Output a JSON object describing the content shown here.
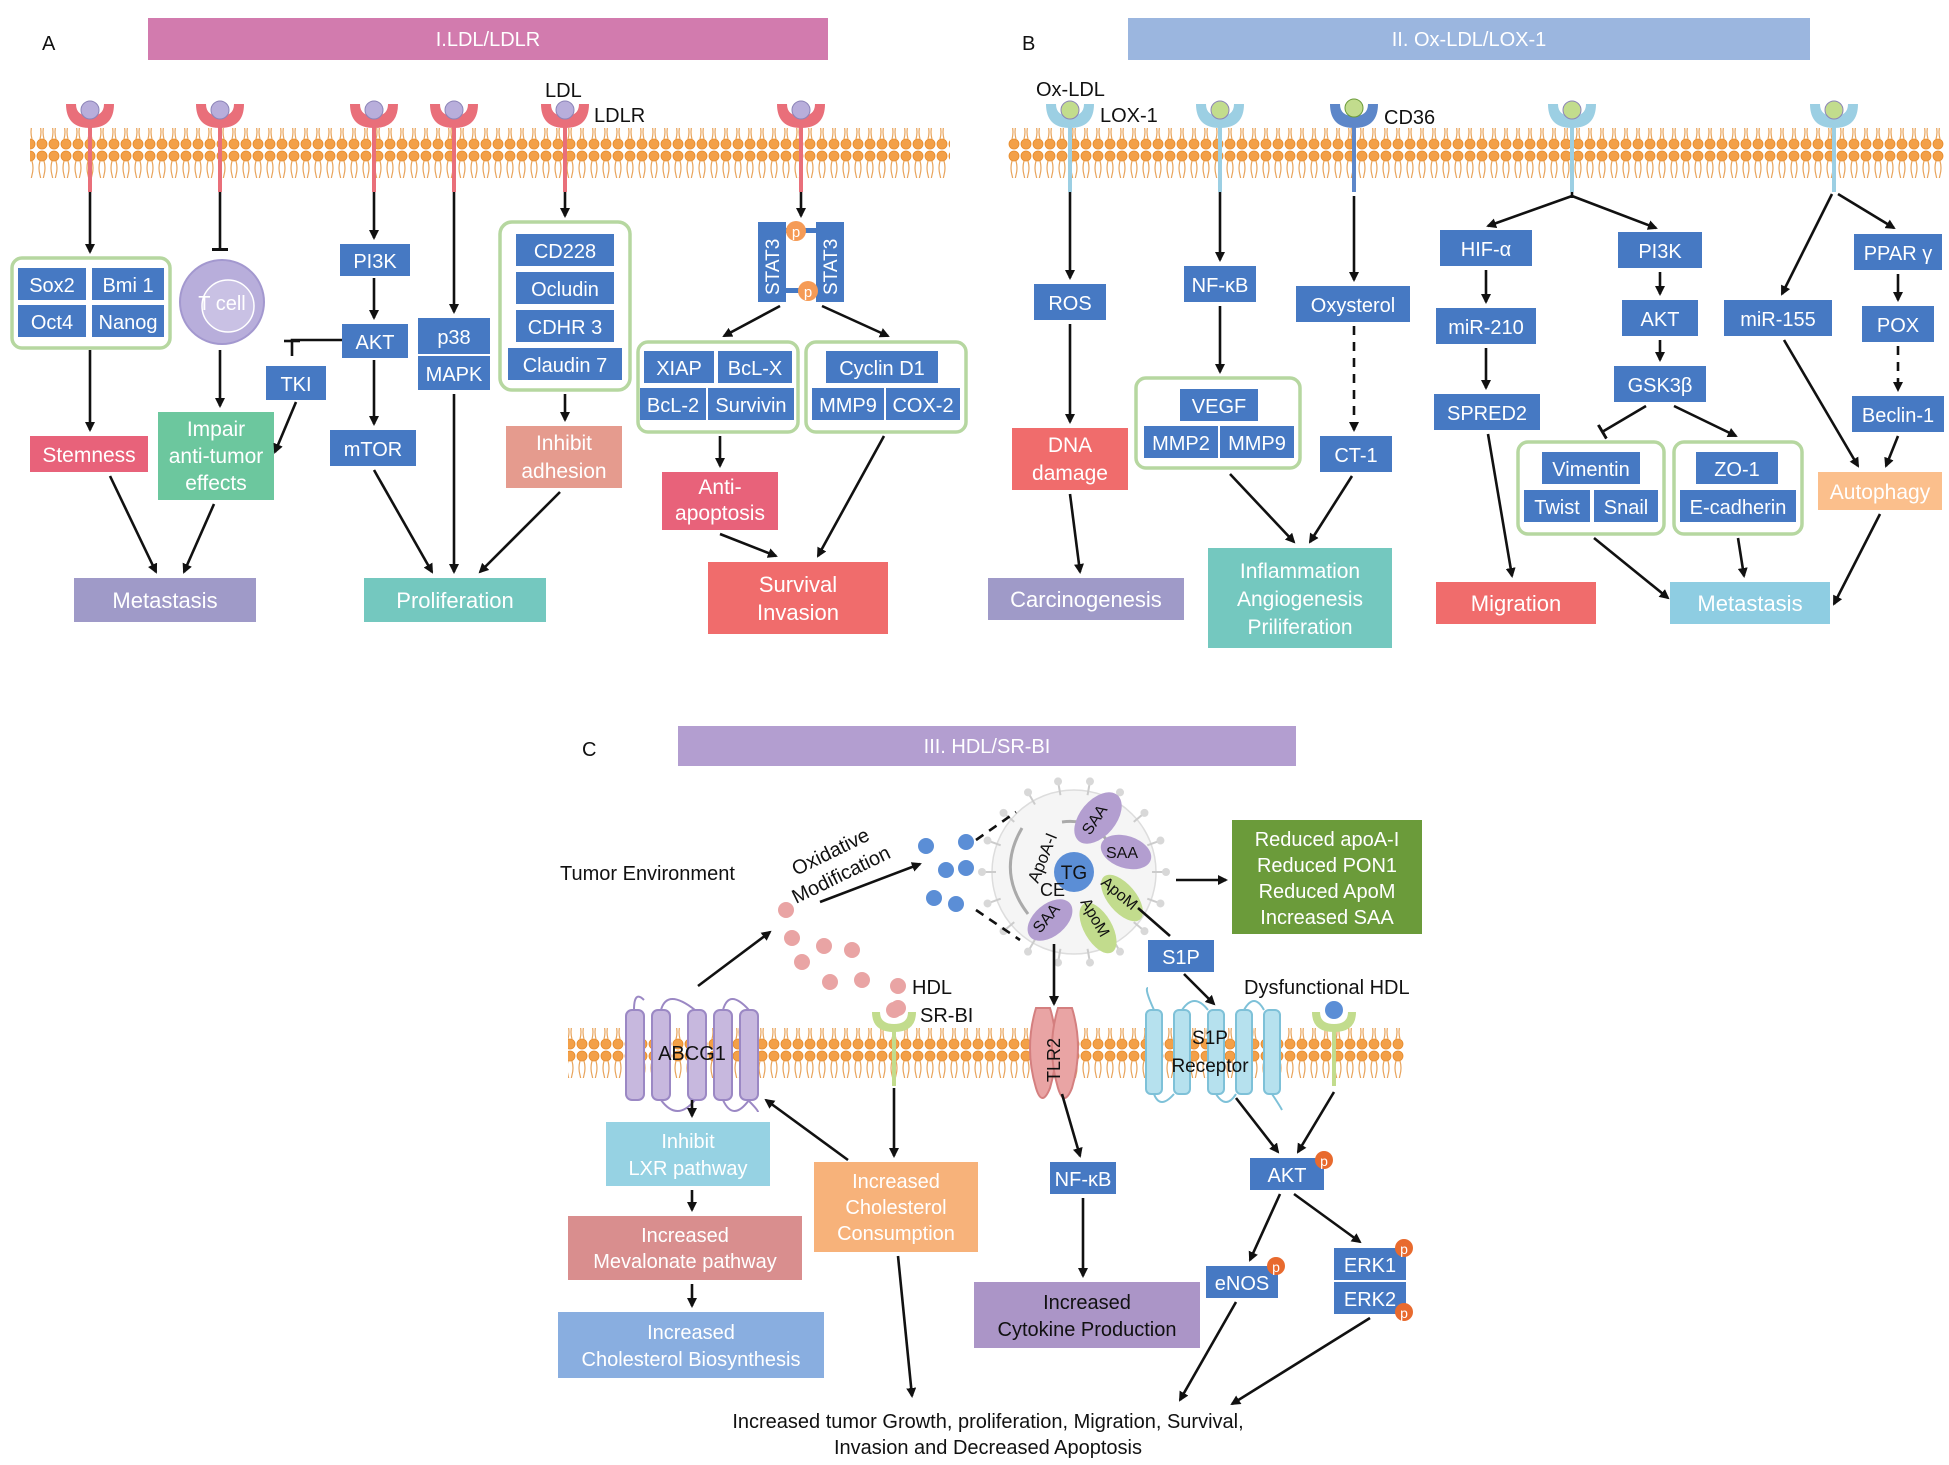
{
  "colors": {
    "blue": "#4679c3",
    "receptor_red": "#e96f7a",
    "receptor_blue": "#9ccfe3",
    "ligand_purple": "#b8aedb",
    "ligand_green": "#c2dc8d",
    "pink": "#e8627a",
    "teal": "#74c8bf",
    "lavender": "#9f9ac8",
    "salmon": "#f06c6c",
    "green_pale": "#6cc79e",
    "sky": "#8ecde2",
    "orange": "#fbbf8c",
    "dkgreen": "#6b9b3a",
    "purple": "#ab95c7",
    "peach": "#f7b27a",
    "rose": "#d98e8e",
    "steel": "#89aee0",
    "cyan_pale": "#96d2e3"
  },
  "panel_a": {
    "letter": "A",
    "banner": "I.LDL/LDLR",
    "ldl_label": "LDL",
    "ldlr_label": "LDLR",
    "stem_genes": [
      "Sox2",
      "Bmi 1",
      "Oct4",
      "Nanog"
    ],
    "tcell": "T cell",
    "pi3k": "PI3K",
    "akt": "AKT",
    "tki": "TKI",
    "mtor": "mTOR",
    "p38": "p38",
    "mapk": "MAPK",
    "adhesion_genes": [
      "CD228",
      "Ocludin",
      "CDHR 3",
      "Claudin 7"
    ],
    "stat3": "STAT3",
    "p": "p",
    "apoptosis_genes": [
      "XIAP",
      "BcL-X",
      "BcL-2",
      "Survivin"
    ],
    "cyclin": "Cyclin D1",
    "mmp9": "MMP9",
    "cox2": "COX-2",
    "stemness": "Stemness",
    "impair": [
      "Impair",
      "anti-tumor",
      "effects"
    ],
    "inhibit_adhesion": [
      "Inhibit",
      "adhesion"
    ],
    "anti_apoptosis": [
      "Anti-",
      "apoptosis"
    ],
    "metastasis": "Metastasis",
    "proliferation": "Proliferation",
    "survival": [
      "Survival",
      "Invasion"
    ]
  },
  "panel_b": {
    "letter": "B",
    "banner": "II. Ox-LDL/LOX-1",
    "oxldl": "Ox-LDL",
    "lox1": "LOX-1",
    "cd36": "CD36",
    "ros": "ROS",
    "nfkb": "NF-κB",
    "oxysterol": "Oxysterol",
    "dna": [
      "DNA",
      "damage"
    ],
    "vegf": "VEGF",
    "mmp2": "MMP2",
    "mmp9": "MMP9",
    "ct1": "CT-1",
    "carcinogenesis": "Carcinogenesis",
    "inflammation": [
      "Inflammation",
      "Angiogenesis",
      "Priliferation"
    ],
    "hif": "HIF-α",
    "mir210": "miR-210",
    "spred2": "SPRED2",
    "migration": "Migration",
    "pi3k": "PI3K",
    "akt": "AKT",
    "gsk": "GSK3β",
    "vimentin": "Vimentin",
    "twist": "Twist",
    "snail": "Snail",
    "zo1": "ZO-1",
    "ecad": "E-cadherin",
    "metastasis": "Metastasis",
    "mir155": "miR-155",
    "ppar": "PPAR γ",
    "pox": "POX",
    "beclin": "Beclin-1",
    "autophagy": "Autophagy"
  },
  "panel_c": {
    "letter": "C",
    "banner": "III. HDL/SR-BI",
    "tumor_env": "Tumor Environment",
    "oxidative": "Oxidative",
    "modification": "Modification",
    "hdl": "HDL",
    "srbi": "SR-BI",
    "abcg1": "ABCG1",
    "tlr2": "TLR2",
    "s1p_receptor": [
      "S1P",
      "Receptor"
    ],
    "dysfunctional": "Dysfunctional HDL",
    "apoa1": "ApoA-I",
    "saa": "SAA",
    "tg": "TG",
    "ce": "CE",
    "apom": "ApoM",
    "reduced": [
      "Reduced apoA-I",
      "Reduced PON1",
      "Reduced ApoM",
      "Increased SAA"
    ],
    "s1p": "S1P",
    "inhibit_lxr": [
      "Inhibit",
      "LXR pathway"
    ],
    "cholesterol_consumption": [
      "Increased",
      "Cholesterol",
      "Consumption"
    ],
    "mevalonate": [
      "Increased",
      "Mevalonate pathway"
    ],
    "biosynthesis": [
      "Increased",
      "Cholesterol Biosynthesis"
    ],
    "nfkb": "NF-κB",
    "cytokine": [
      "Increased",
      "Cytokine Production"
    ],
    "akt": "AKT",
    "enos": "eNOS",
    "erk1": "ERK1",
    "erk2": "ERK2",
    "p": "p",
    "outcome": [
      "Increased tumor Growth, proliferation, Migration, Survival,",
      "Invasion and Decreased Apoptosis"
    ]
  }
}
